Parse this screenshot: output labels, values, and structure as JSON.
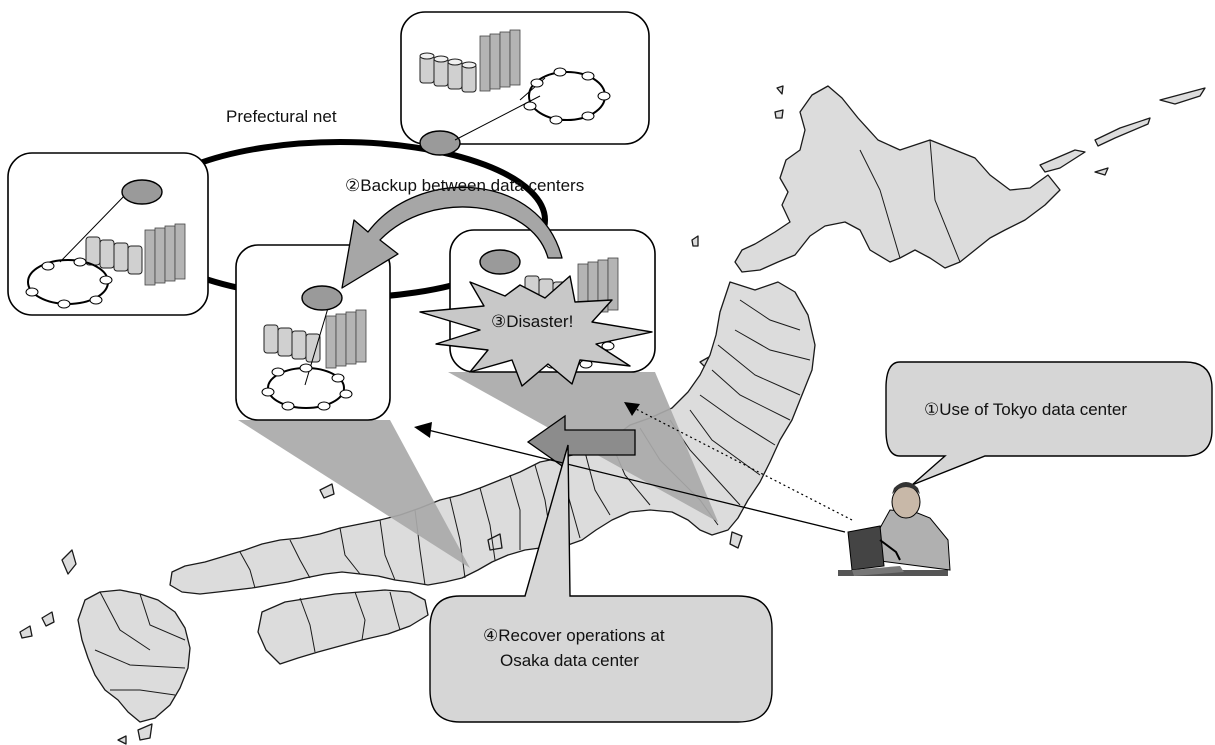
{
  "labels": {
    "prefectural_net": "Prefectural net",
    "backup": "②Backup between data centers",
    "disaster": "③Disaster!",
    "use_tokyo": "①Use of Tokyo data center",
    "recover_line1": "④Recover operations at",
    "recover_line2": "Osaka data center"
  },
  "colors": {
    "map_fill": "#dcdcdc",
    "map_stroke": "#1a1a1a",
    "callout_fill": "#d6d6d6",
    "node_fill": "#9a9a9a",
    "ring_stroke": "#000000",
    "beam_fill": "#a9a9a9",
    "arrow_fill": "#8c8c8c"
  }
}
